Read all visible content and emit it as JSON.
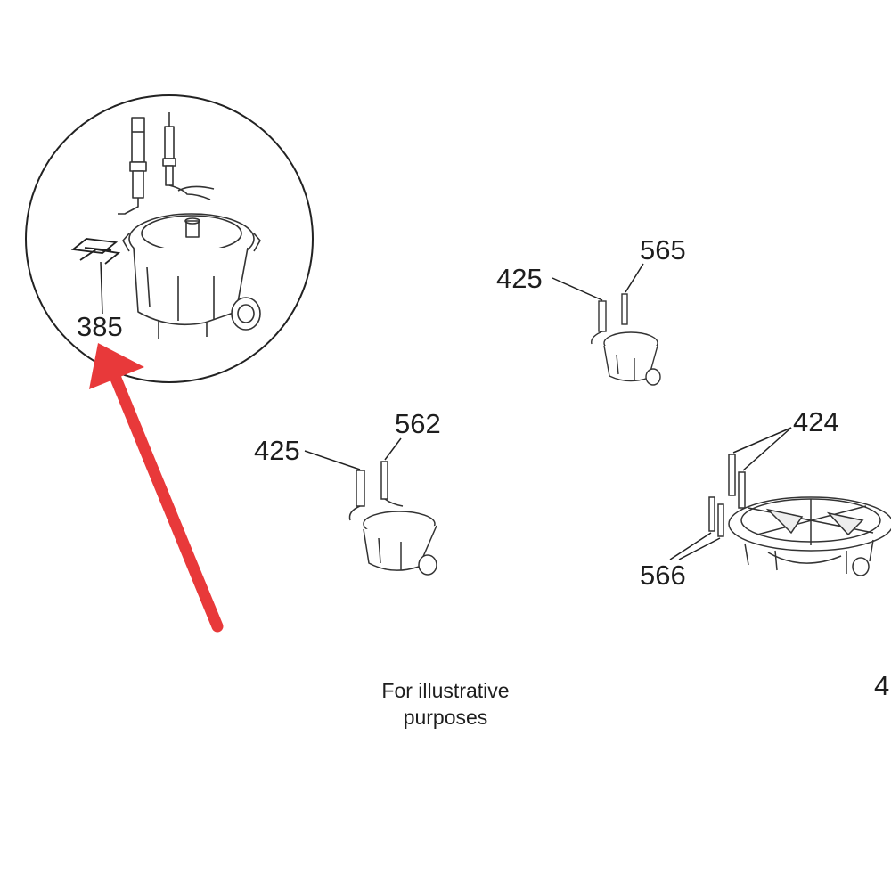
{
  "diagram": {
    "callouts": {
      "detail_part": "385",
      "upper_left_ref": "425",
      "upper_right_ref": "565",
      "lower_left_ref": "425",
      "lower_right_ref": "562",
      "burner_top_ref": "424",
      "burner_bottom_ref": "566",
      "edge_fragment": "4"
    },
    "caption": {
      "line1": "For illustrative",
      "line2": "purposes"
    },
    "arrow_color": "#e8393a",
    "line_color": "#1e1e1e"
  }
}
